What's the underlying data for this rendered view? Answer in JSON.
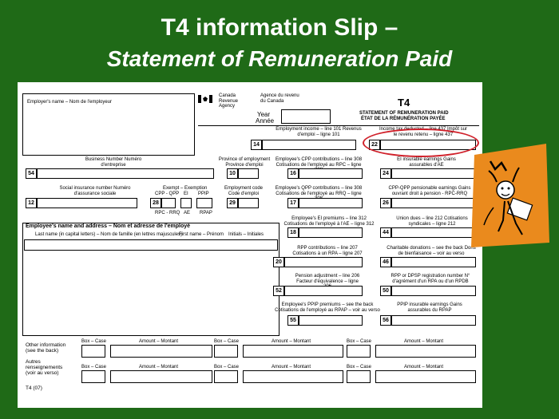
{
  "slide": {
    "title": "T4 information Slip –",
    "subtitle": "Statement of Remuneration Paid"
  },
  "colors": {
    "background": "#1f6a17",
    "highlight": "#d0202a",
    "cartoon_bg": "#ea8a1d"
  },
  "form": {
    "employer_name": "Employer's name – Nom de l'employeur",
    "agency_en": "Canada Revenue Agency",
    "agency_fr": "Agence du revenu du Canada",
    "form_code": "T4",
    "statement_en": "STATEMENT OF REMUNERATION PAID",
    "statement_fr": "ÉTAT DE LA RÉMUNÉRATION PAYÉE",
    "year_en": "Year",
    "year_fr": "Année",
    "employment_income": "Employment income – line 101 Revenus d'emploi – ligne 101",
    "income_tax": "Income tax deducted – line 437 Impôt sur le revenu retenu – ligne 437",
    "business_number": "Business Number Numéro d'entreprise",
    "province": "Province of employment Province d'emploi",
    "cpp": "Employee's CPP contributions – line 308 Cotisations de l'employé au RPC – ligne 308",
    "ei_earnings": "EI insurable earnings Gains assurables d'AE",
    "sin": "Social insurance number Numéro d'assurance sociale",
    "exempt": "Exempt – Exemption",
    "cpp_qpp": "CPP - QPP",
    "ei": "EI",
    "ppip": "PPIP",
    "rpc_rrq": "RPC - RRQ",
    "ae": "AE",
    "rpap": "RPAP",
    "employment_code": "Employment code Code d'emploi",
    "qpp": "Employee's QPP contributions – line 308 Cotisations de l'employé au RRQ – ligne 308",
    "cpp_pensionable": "CPP-QPP pensionable earnings Gains ouvrant droit à pension - RPC-RRQ",
    "ei_premiums": "Employee's EI premiums – line 312 Cotisations de l'employé à l'AE – ligne 312",
    "union_dues": "Union dues – line 212 Cotisations syndicales – ligne 212",
    "employee_name_address": "Employee's name and address – Nom et adresse de l'employé",
    "last_name": "Last name (in capital letters) – Nom de famille (en lettres majuscules)",
    "first_name": "First name – Prénom",
    "initials": "Initials – Initiales",
    "rpp": "RPP contributions – line 207 Cotisations à un RPA – ligne 207",
    "charitable": "Charitable donations – see the back Dons de bienfaisance – voir au verso",
    "pension_adj": "Pension adjustment – line 206 Facteur d'équivalence – ligne 206",
    "rpp_dpsp": "RPP or DPSP registration number N° d'agrément d'un RPA ou d'un RPDB",
    "ppip_premiums": "Employee's PPIP premiums – see the back Cotisations de l'employé au RPAP – voir au verso",
    "ppip_earnings": "PPIP insurable earnings Gains assurables du RPAP",
    "other_info": "Other information (see the back)",
    "autres": "Autres renseignements (voir au verso)",
    "box_case": "Box – Case",
    "amount_montant": "Amount – Montant",
    "footer_code": "T4 (07)",
    "boxes": {
      "b14": "14",
      "b22": "22",
      "b54": "54",
      "b10": "10",
      "b16": "16",
      "b24": "24",
      "b12": "12",
      "b28": "28",
      "b29": "29",
      "b17": "17",
      "b26": "26",
      "b18": "18",
      "b44": "44",
      "b20": "20",
      "b46": "46",
      "b52": "52",
      "b50": "50",
      "b55": "55",
      "b56": "56"
    }
  }
}
